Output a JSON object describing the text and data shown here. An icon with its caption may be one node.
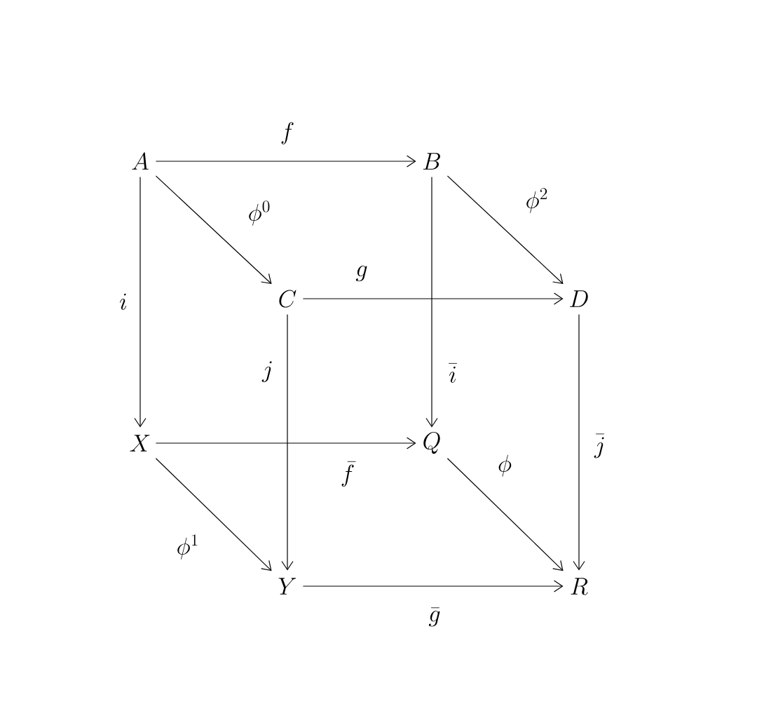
{
  "diagram": {
    "nodes": [
      {
        "text": [
          "A"
        ]
      },
      {
        "text": [
          "B"
        ]
      },
      {
        "text": [
          "C"
        ]
      },
      {
        "text": [
          "D"
        ]
      },
      {
        "text": [
          "X"
        ]
      },
      {
        "text": [
          "Q"
        ]
      },
      {
        "text": [
          "Y"
        ]
      },
      {
        "text": [
          "R"
        ]
      }
    ],
    "edges": [
      {
        "from": 0,
        "to": 1,
        "arrow": "to",
        "label": "f"
      },
      {
        "from": 0,
        "to": 2,
        "arrow": "to",
        "label": "\\phi^0"
      },
      {
        "from": 1,
        "to": 3,
        "arrow": "to",
        "label": "\\phi^2"
      },
      {
        "from": 2,
        "to": 3,
        "arrow": "to",
        "label": "g"
      },
      {
        "from": 0,
        "to": 4,
        "arrow": "to",
        "label": "i"
      },
      {
        "from": 1,
        "to": 5,
        "arrow": "to",
        "label": "\\bar{i}"
      },
      {
        "from": 2,
        "to": 6,
        "arrow": "to",
        "label": "j"
      },
      {
        "from": 3,
        "to": 7,
        "arrow": "to",
        "label": "\\bar{j}"
      },
      {
        "from": 4,
        "to": 5,
        "arrow": "to",
        "label": "\\bar{f}"
      },
      {
        "from": 4,
        "to": 6,
        "arrow": "to",
        "label": "\\phi^1"
      },
      {
        "from": 5,
        "to": 7,
        "arrow": "to",
        "label": "\\phi"
      },
      {
        "from": 6,
        "to": 7,
        "arrow": "to",
        "label": "\\bar{g}"
      }
    ]
  }
}
